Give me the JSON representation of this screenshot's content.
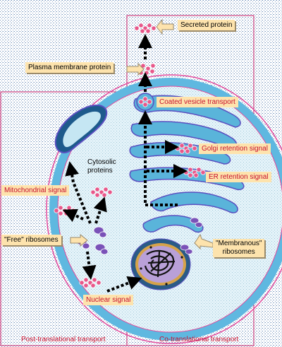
{
  "labels": {
    "secreted_protein": "Secreted protein",
    "plasma_membrane_protein": "Plasma membrane protein",
    "coated_vesicle_transport": "Coated vesicle transport",
    "golgi_retention_signal": "Golgi retention signal",
    "er_retention_signal": "ER retention signal",
    "cytosolic_proteins": "Cytosolic\nproteins",
    "mitochondrial_signal": "Mitochondrial signal",
    "free_ribosomes": "\"Free\" ribosomes",
    "membranous_ribosomes": "\"Membranous\"\nribosomes",
    "nuclear_signal": "Nuclear signal",
    "post_translational_transport": "Post-translational transport",
    "co_translational_transport": "Co-translational transport"
  },
  "colors": {
    "cell_outer": "#5fb8e0",
    "cell_edge": "#e24a9c",
    "cytoplasm": "#dff0f8",
    "organelle_fill": "#5ab4da",
    "organelle_edge": "#5a4fc0",
    "mitochondrion_inner": "#1d5a8c",
    "nucleus_envelope": "#d6a34a",
    "nucleus_fill": "#b9a0d8",
    "protein_beads": "#e8578a",
    "ribosome": "#7a52b8",
    "label_bg": "#fde3ad",
    "label_text": "#c8102e",
    "region_border": "#c8206a"
  },
  "icons": [
    "dotted-arrow-icon",
    "protein-chain-icon",
    "ribosome-icon",
    "callout-arrow-icon"
  ]
}
